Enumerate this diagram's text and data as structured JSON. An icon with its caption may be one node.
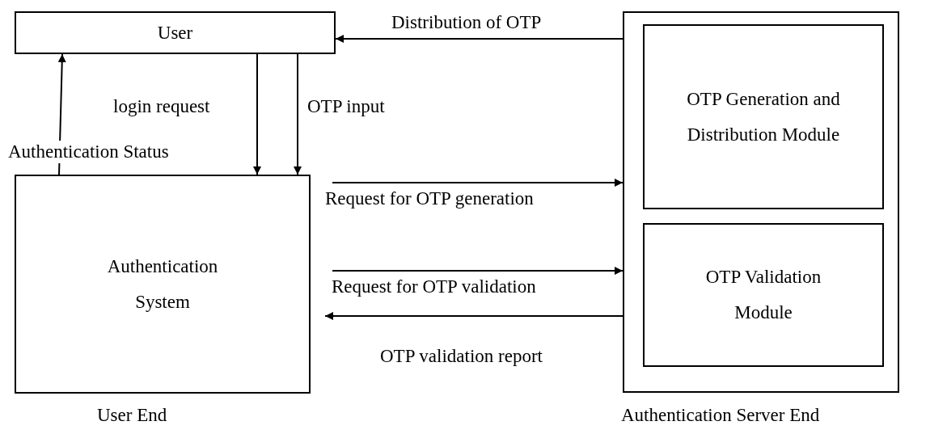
{
  "diagram": {
    "nodes": [
      {
        "text": [
          "User"
        ]
      },
      {
        "text": [
          "Authentication System"
        ],
        "beside": [
          "User End"
        ]
      },
      {
        "text": [],
        "shape": "box",
        "beside": [
          "Authentication Server  End"
        ]
      },
      {
        "text": [
          "OTP Generation and  Distribution Module"
        ],
        "in": 2
      },
      {
        "text": [
          "OTP Validation Module"
        ],
        "in": 2
      }
    ],
    "edges": [
      {
        "from": 2,
        "to": 0,
        "arrow": "to",
        "label": "Distribution of OTP"
      },
      {
        "from": 1,
        "to": 0,
        "arrow": "to",
        "label": "Authentication Status"
      },
      {
        "from": 0,
        "to": 1,
        "arrow": "to",
        "label": "login request"
      },
      {
        "from": 0,
        "to": 1,
        "arrow": "to",
        "label": "OTP input"
      },
      {
        "from": 1,
        "to": 2,
        "arrow": "to",
        "label": "Request for OTP generation"
      },
      {
        "from": 1,
        "to": 2,
        "arrow": "to",
        "label": "Request for OTP validation"
      },
      {
        "from": 2,
        "to": 1,
        "arrow": "to",
        "label": "OTP validation report"
      }
    ]
  }
}
